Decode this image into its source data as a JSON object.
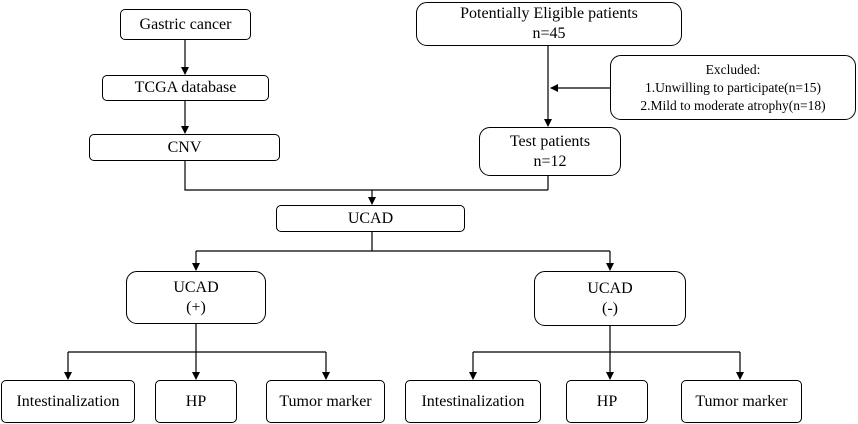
{
  "left_branch": {
    "gastric_cancer": "Gastric cancer",
    "tcga_database": "TCGA database",
    "cnv": "CNV"
  },
  "right_branch": {
    "eligible_line1": "Potentially Eligible patients",
    "eligible_line2": "n=45",
    "excluded_title": "Excluded:",
    "excluded_reason1": "1.Unwilling to participate(n=15)",
    "excluded_reason2": "2.Mild to moderate atrophy(n=18)",
    "test_line1": "Test patients",
    "test_line2": "n=12"
  },
  "ucad": "UCAD",
  "positive": {
    "line1": "UCAD",
    "line2": "(+)",
    "outcomes": [
      "Intestinalization",
      "HP",
      "Tumor marker"
    ]
  },
  "negative": {
    "line1": "UCAD",
    "line2": "(-)",
    "outcomes": [
      "Intestinalization",
      "HP",
      "Tumor marker"
    ]
  },
  "colors": {
    "line": "#000000",
    "box_fill": "#ffffff"
  }
}
